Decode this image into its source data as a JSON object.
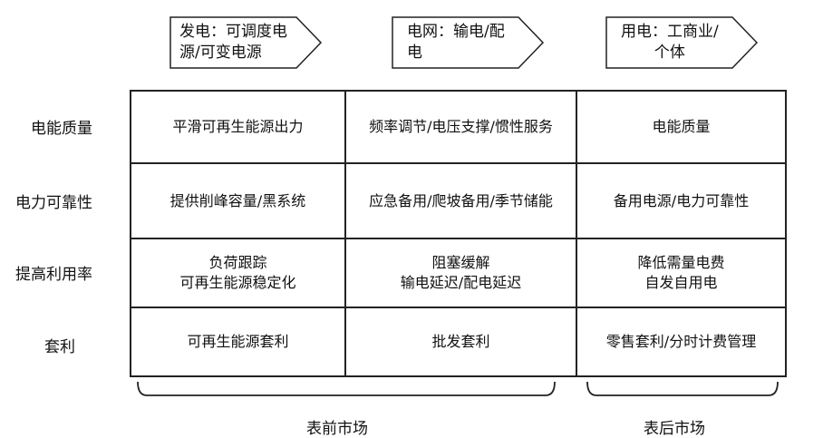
{
  "header_arrows": [
    {
      "lines": [
        "发电：可调度电",
        "源/可变电源"
      ]
    },
    {
      "lines": [
        "电网：输电/配",
        "电"
      ]
    },
    {
      "lines": [
        "用电：工商业/",
        "个体"
      ]
    }
  ],
  "rows": [
    {
      "label": "电能质量",
      "cells": [
        [
          "平滑可再生能源出力"
        ],
        [
          "频率调节/电压支撑/惯性服务"
        ],
        [
          "电能质量"
        ]
      ]
    },
    {
      "label": "电力可靠性",
      "cells": [
        [
          "提供削峰容量/黑系统"
        ],
        [
          "应急备用/爬坡备用/季节储能"
        ],
        [
          "备用电源/电力可靠性"
        ]
      ]
    },
    {
      "label": "提高利用率",
      "cells": [
        [
          "负荷跟踪",
          "可再生能源稳定化"
        ],
        [
          "阻塞缓解",
          "输电延迟/配电延迟"
        ],
        [
          "降低需量电费",
          "自发自用电"
        ]
      ]
    },
    {
      "label": "套利",
      "cells": [
        [
          "可再生能源套利"
        ],
        [
          "批发套利"
        ],
        [
          "零售套利/分时计费管理"
        ]
      ]
    }
  ],
  "markets": [
    {
      "label": "表前市场"
    },
    {
      "label": "表后市场"
    }
  ]
}
